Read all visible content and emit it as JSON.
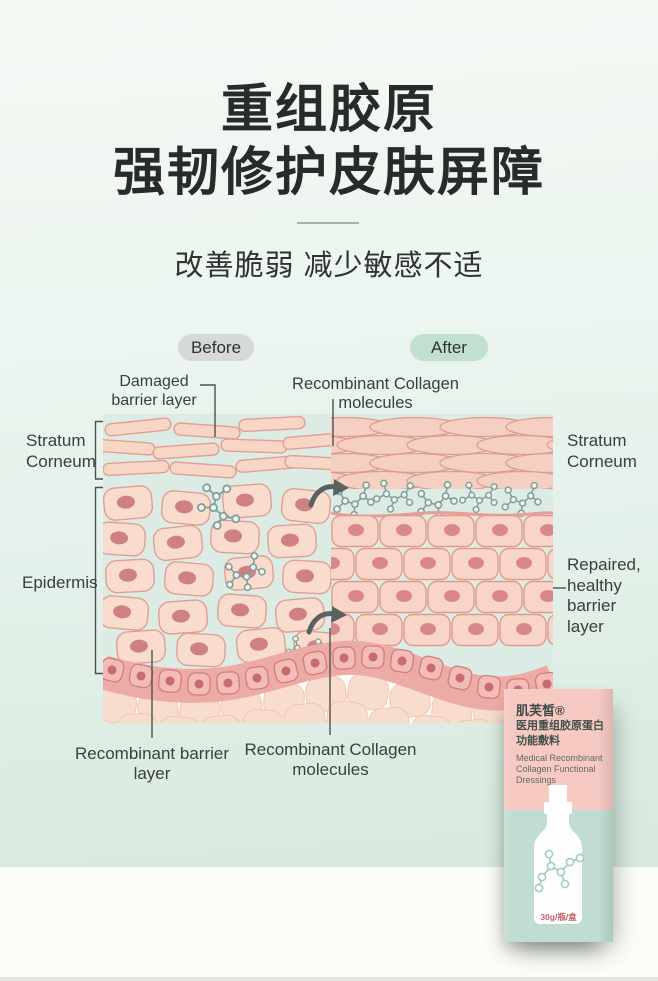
{
  "header": {
    "title_line1": "重组胶原",
    "title_line2": "强韧修护皮肤屏障",
    "subtitle": "改善脆弱 减少敏感不适"
  },
  "badges": {
    "before": "Before",
    "after": "After"
  },
  "diagram": {
    "labels": {
      "damaged": "Damaged barrier layer",
      "top_collagen": "Recombinant Collagen molecules",
      "stratum_left": "Stratum Corneum",
      "stratum_right": "Stratum Corneum",
      "epidermis": "Epidermis",
      "repaired": "Repaired, healthy barrier layer",
      "bottom_barrier": "Recombinant barrier layer",
      "bottom_collagen": "Recombinant Collagen molecules"
    }
  },
  "product_box": {
    "brand": "肌芙皙®",
    "name_line1": "医用重组胶原蛋白",
    "name_line2": "功能敷料",
    "name_en": "Medical Recombinant Collagen Functional Dressings",
    "size_label": "30g/瓶/盒"
  },
  "colors": {
    "badge_before": "#d7d9d6",
    "badge_after": "#c2e0d0",
    "box_pink": "#f6c9c3",
    "box_mint": "#c1ddd1",
    "cell_fill": "#f8d5c8",
    "cell_stroke": "#de9a8d",
    "membrane": "#edaba6",
    "diagram_bg": "#dcece4"
  }
}
